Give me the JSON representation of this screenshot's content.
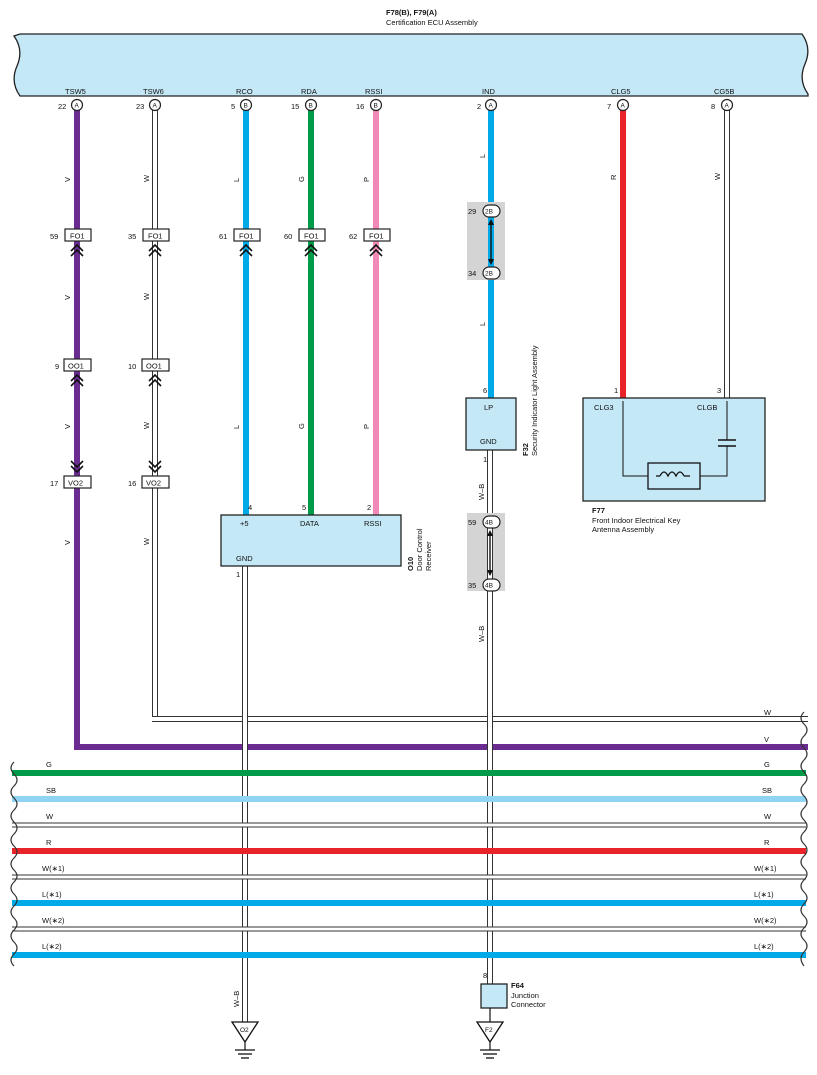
{
  "header": {
    "connector_ids": "F78(B), F79(A)",
    "assembly_name": "Certification ECU Assembly"
  },
  "ecu_terminals": [
    {
      "name": "TSW5",
      "pin": "22",
      "conn": "A"
    },
    {
      "name": "TSW6",
      "pin": "23",
      "conn": "A"
    },
    {
      "name": "RCO",
      "pin": "5",
      "conn": "B"
    },
    {
      "name": "RDA",
      "pin": "15",
      "conn": "B"
    },
    {
      "name": "RSSI",
      "pin": "16",
      "conn": "B"
    },
    {
      "name": "IND",
      "pin": "2",
      "conn": "A"
    },
    {
      "name": "CLG5",
      "pin": "7",
      "conn": "A"
    },
    {
      "name": "CG5B",
      "pin": "8",
      "conn": "A"
    }
  ],
  "colors": {
    "V": "#6a2c91",
    "W": "#ffffff",
    "L": "#00a9e8",
    "G": "#009b48",
    "P": "#ef8ab7",
    "R": "#e8232a",
    "SB": "#8fd3f5",
    "component_fill": "#c5e8f7",
    "splice_fill": "#d4d4d4"
  },
  "wire_codes": {
    "v": "V",
    "w": "W",
    "l": "L",
    "g": "G",
    "p": "P",
    "r": "R",
    "wb": "W–B",
    "sb": "SB"
  },
  "inline_connectors": {
    "fo1": {
      "label": "FO1",
      "pins": {
        "tsw5": "59",
        "tsw6": "35",
        "rco": "61",
        "rda": "60",
        "rssi": "62"
      }
    },
    "oo1": {
      "label": "OO1",
      "pins": {
        "tsw5": "9",
        "tsw6": "10"
      }
    },
    "vo2": {
      "label": "VO2",
      "pins": {
        "tsw5": "17",
        "tsw6": "16"
      }
    }
  },
  "splices": [
    {
      "top_pin": "29",
      "bottom_pin": "34",
      "label": "2B"
    },
    {
      "top_pin": "59",
      "bottom_pin": "35",
      "label": "4B"
    }
  ],
  "components": {
    "door_control_receiver": {
      "id": "O10",
      "name_line1": "Door Control",
      "name_line2": "Receiver",
      "terminals": [
        {
          "name": "+5",
          "pin": "4"
        },
        {
          "name": "DATA",
          "pin": "5"
        },
        {
          "name": "RSSI",
          "pin": "2"
        },
        {
          "name": "GND",
          "pin": "1"
        }
      ]
    },
    "security_indicator": {
      "id": "F32",
      "name": "Security Indicator Light Assembly",
      "terminals": [
        {
          "name": "LP",
          "pin": "6"
        },
        {
          "name": "GND",
          "pin": "1"
        }
      ]
    },
    "antenna": {
      "id": "F77",
      "name_line1": "Front Indoor Electrical Key",
      "name_line2": "Antenna Assembly",
      "terminals": [
        {
          "name": "CLG3",
          "pin": "1"
        },
        {
          "name": "CLGB",
          "pin": "3"
        }
      ]
    },
    "junction_connector": {
      "id": "F64",
      "name_line1": "Junction",
      "name_line2": "Connector",
      "pin": "8"
    }
  },
  "grounds": {
    "left": "O2",
    "right": "F2"
  },
  "bus_wires": [
    {
      "left": "",
      "right": "W"
    },
    {
      "left": "",
      "right": "V"
    },
    {
      "left": "G",
      "right": "G"
    },
    {
      "left": "SB",
      "right": "SB"
    },
    {
      "left": "W",
      "right": "W"
    },
    {
      "left": "R",
      "right": "R"
    },
    {
      "left": "W(∗1)",
      "right": "W(∗1)"
    },
    {
      "left": "L(∗1)",
      "right": "L(∗1)"
    },
    {
      "left": "W(∗2)",
      "right": "W(∗2)"
    },
    {
      "left": "L(∗2)",
      "right": "L(∗2)"
    }
  ]
}
